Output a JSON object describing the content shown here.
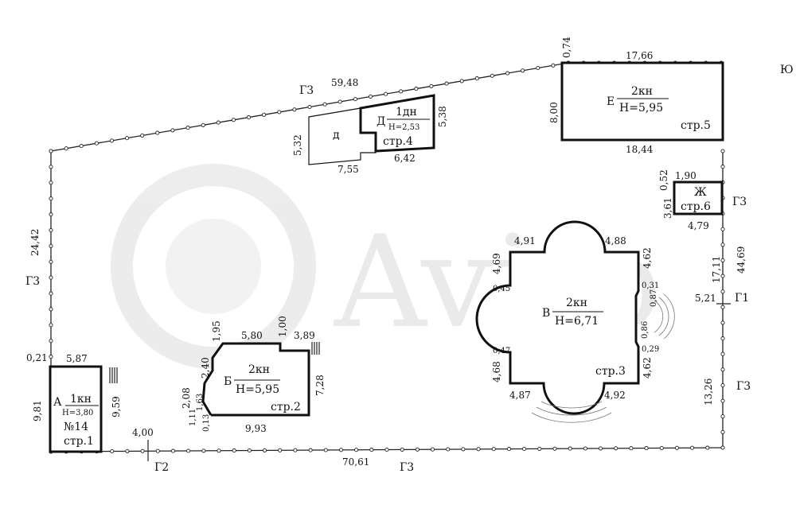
{
  "watermark": "Avito",
  "right_edge_text": "Ю",
  "boundary": {
    "top": "59,48",
    "top_right_gap": "0,74",
    "left": "24,42",
    "left_corner": "0,21",
    "bottom": "70,61",
    "right": "44,69",
    "right_top": "17,11",
    "right_mid": "5,21",
    "right_bottom": "13,26",
    "bottom_left": "4,00"
  },
  "neighbors": {
    "top": "Г3",
    "left": "Г3",
    "right_top": "Г3",
    "right_bottom": "Г3",
    "bottom": "Г3",
    "bottom_left": "Г2",
    "right_mid": "Г1"
  },
  "buildings": {
    "A": {
      "letter": "А",
      "floors": "1кн",
      "height": "Н=3,80",
      "number": "№14",
      "structure": "стр.1",
      "dims": {
        "top": "5,87",
        "left": "9,81",
        "right": "9,59"
      }
    },
    "B": {
      "letter": "Б",
      "floors": "2кн",
      "height": "Н=5,95",
      "structure": "стр.2",
      "dims": {
        "top": "5,80",
        "top_step": "1,00",
        "top_right": "3,89",
        "right": "7,28",
        "bottom": "9,93",
        "left_top": "1,95",
        "left_mid": "2,40",
        "left_low": "2,08",
        "corner_a": "1,63",
        "corner_b": "1,11",
        "corner_c": "0,13"
      }
    },
    "V": {
      "letter": "В",
      "floors": "2кн",
      "height": "Н=6,71",
      "structure": "стр.3",
      "dims": {
        "top_left": "4,91",
        "top_right": "4,88",
        "bottom_left": "4,87",
        "bottom_right": "4,92",
        "left_top": "4,69",
        "left_bottom": "4,68",
        "right_top": "4,62",
        "right_bottom": "4,62",
        "left_offset_top": "0,45",
        "left_offset_bottom": "0,47",
        "right_offset_a": "0,31",
        "right_offset_b": "0,87",
        "right_offset_c": "0,86",
        "right_offset_d": "0,29"
      }
    },
    "D": {
      "letter": "Д",
      "floors": "1дн",
      "height": "Н=2,53",
      "structure": "стр.4",
      "dims": {
        "right": "5,38",
        "bottom": "6,42"
      }
    },
    "d": {
      "letter": "д",
      "dims": {
        "left": "5,32",
        "bottom": "7,55"
      }
    },
    "E": {
      "letter": "Е",
      "floors": "2кн",
      "height": "Н=5,95",
      "structure": "стр.5",
      "dims": {
        "top": "17,66",
        "bottom": "18,44",
        "left": "8,00"
      }
    },
    "Zh": {
      "letter": "Ж",
      "structure": "стр.6",
      "dims": {
        "top": "1,90",
        "left": "3,61",
        "left_top": "0,52",
        "bottom": "4,79"
      }
    }
  }
}
